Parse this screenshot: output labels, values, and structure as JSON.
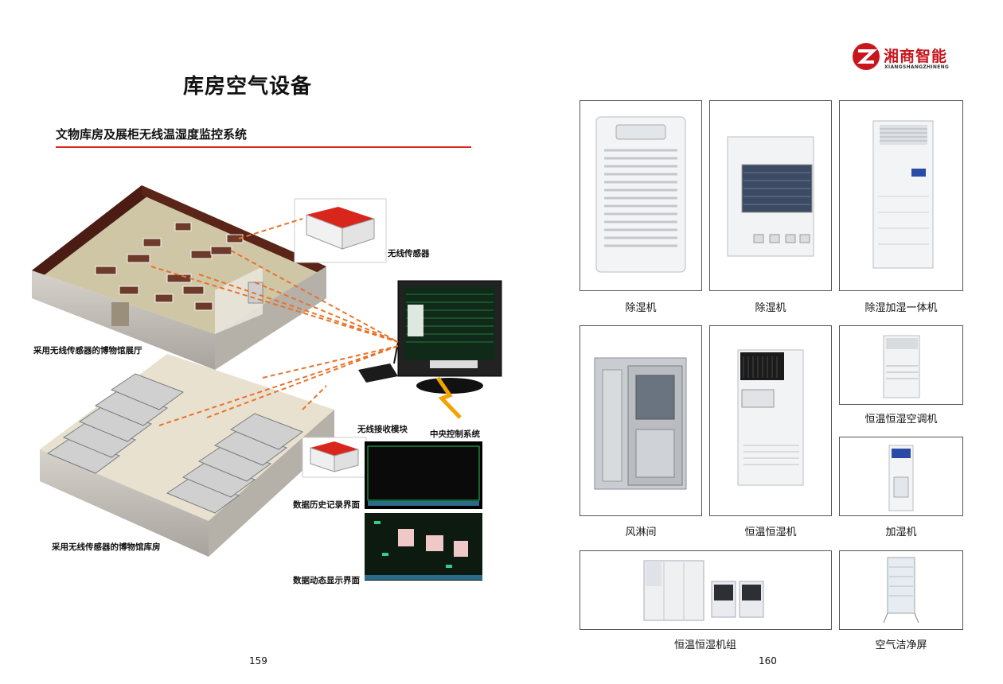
{
  "left_page": {
    "title": "库房空气设备",
    "subtitle": "文物库房及展柜无线温湿度监控系统",
    "labels": {
      "wireless_sensor": "无线传感器",
      "exhibition_hall": "采用无线传感器的博物馆展厅",
      "receiver_module": "无线接收模块",
      "central_control": "中央控制系统",
      "history_screen": "数据历史记录界面",
      "storage_room": "采用无线传感器的博物馆库房",
      "dynamic_screen": "数据动态显示界面"
    },
    "page_number": "159"
  },
  "right_page": {
    "logo": {
      "name": "湘商智能",
      "sub": "XIANGSHANGZHINENG"
    },
    "products": [
      {
        "caption": "除湿机"
      },
      {
        "caption": "除湿机"
      },
      {
        "caption": "除湿加湿一体机"
      },
      {
        "caption": "风淋间"
      },
      {
        "caption": "恒温恒湿机"
      },
      {
        "caption": "恒温恒湿空调机"
      },
      {
        "caption": "加湿机"
      },
      {
        "caption": "恒温恒湿机组"
      },
      {
        "caption": "空气洁净屏"
      }
    ],
    "page_number": "160"
  },
  "colors": {
    "accent_red": "#d8261c",
    "logo_red": "#c8161d",
    "dash_orange": "#e8732a"
  }
}
